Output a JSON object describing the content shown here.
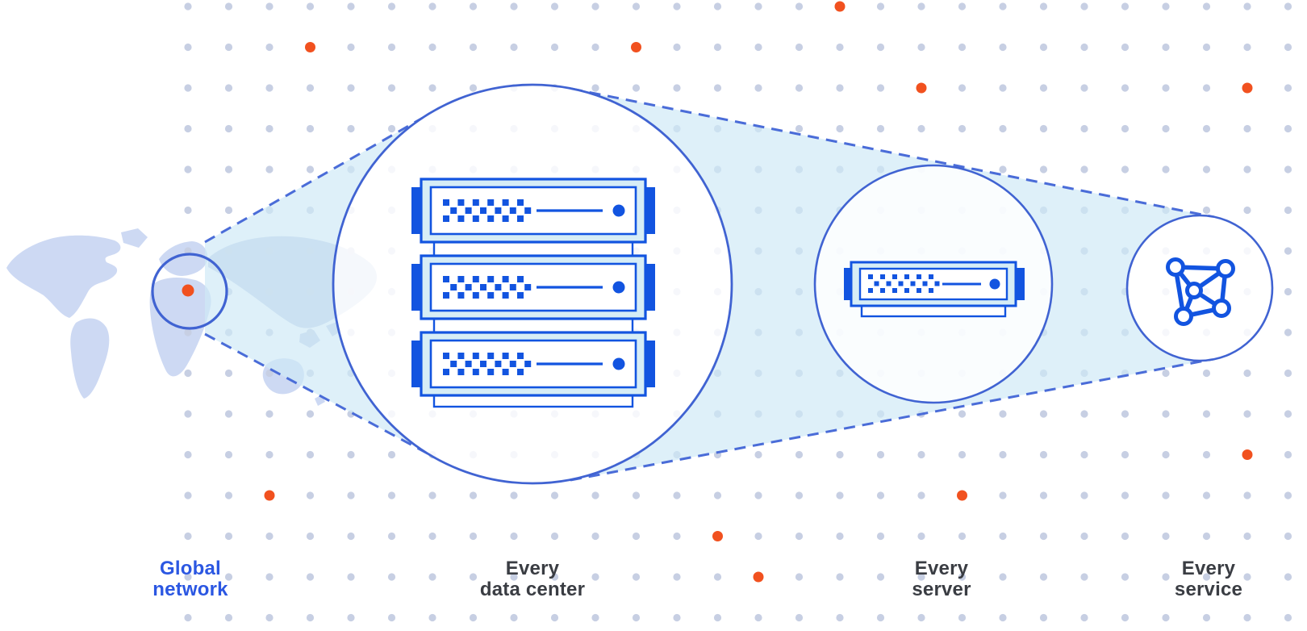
{
  "labels": {
    "global_network": {
      "line1": "Global",
      "line2": "network"
    },
    "every_data_center": {
      "line1": "Every",
      "line2": "data center"
    },
    "every_server": {
      "line1": "Every",
      "line2": "server"
    },
    "every_service": {
      "line1": "Every",
      "line2": "service"
    }
  },
  "colors": {
    "accent-blue": "#2b57e2",
    "stroke-blue": "#4063d2",
    "dash-blue": "#4a6cd8",
    "icon-blue": "#1254e0",
    "orange": "#f1511f",
    "grid-dot": "#c7cfe3",
    "cone-fill": "#cee9f6",
    "server-fill": "#d6edf6",
    "map-fill": "#cdd9f3",
    "map-fill-dark": "#c3d0ea",
    "text-dark": "#3a3d43",
    "circle-fill": "rgba(255,255,255,0.84)"
  },
  "icons": {
    "world-map-icon": "stylized light-blue world map",
    "pop-marker-icon": "orange point-of-presence dot on map",
    "zoom-circle-icon": "magnifier circle outline",
    "server-rack-icon": "three stacked rack servers",
    "server-icon": "single rack server",
    "network-mesh-icon": "five connected nodes mesh"
  }
}
